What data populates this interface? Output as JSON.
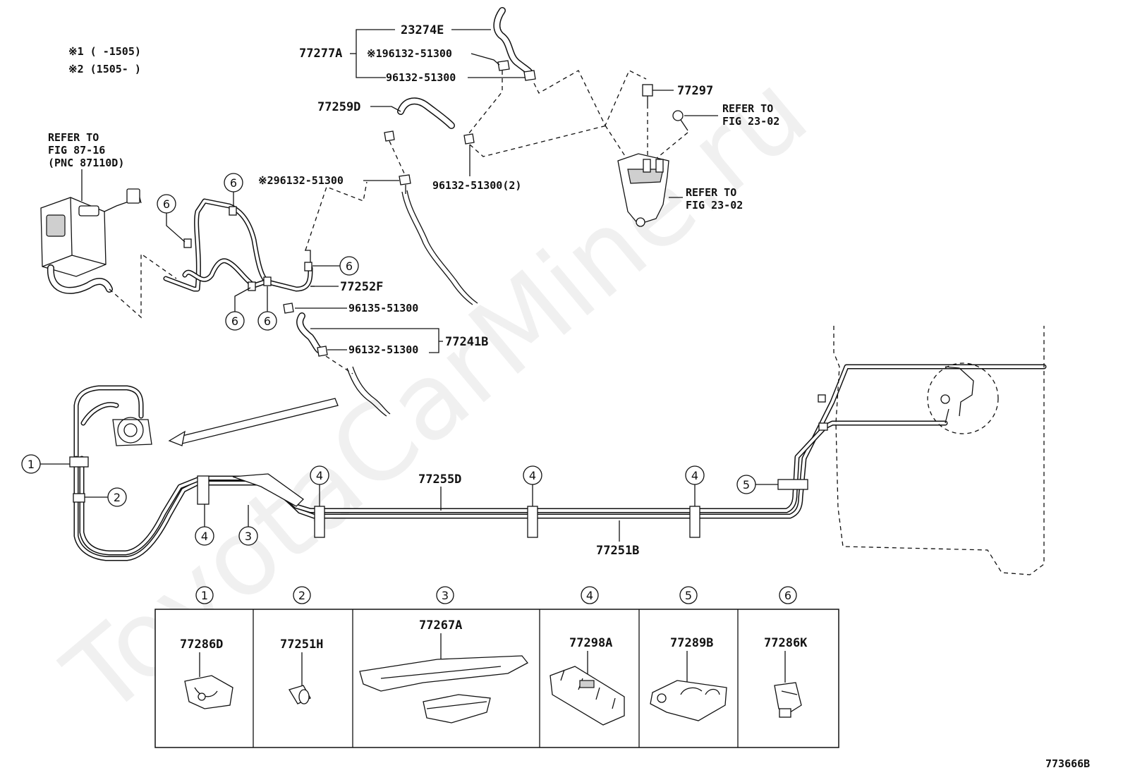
{
  "notes": {
    "note1": "※1 (      -1505)",
    "note2": "※2 (1505-      )"
  },
  "references": {
    "ref_left_1": "REFER TO",
    "ref_left_2": "FIG 87-16",
    "ref_left_3": "(PNC 87110D)",
    "ref_top_1": "REFER TO",
    "ref_top_2": "FIG 23-02",
    "ref_mid_1": "REFER TO",
    "ref_mid_2": "FIG 23-02"
  },
  "callouts": {
    "p23274E": "23274E",
    "p77277A": "77277A",
    "p96132_n1": "※196132-51300",
    "p96132_top": "96132-51300",
    "p77259D": "77259D",
    "p77297": "77297",
    "p96132_n2": "※296132-51300",
    "p96132_2": "96132-51300(2)",
    "p77252F": "77252F",
    "p96135": "96135-51300",
    "p96132_low": "96132-51300",
    "p77241B": "77241B",
    "p77255D": "77255D",
    "p77251B": "77251B"
  },
  "circled_markers": {
    "c1": "1",
    "c2": "2",
    "c3": "3",
    "c4": "4",
    "c5": "5",
    "c6": "6"
  },
  "legend": [
    {
      "num": "1",
      "part": "77286D"
    },
    {
      "num": "2",
      "part": "77251H"
    },
    {
      "num": "3",
      "part": "77267A"
    },
    {
      "num": "4",
      "part": "77298A"
    },
    {
      "num": "5",
      "part": "77289B"
    },
    {
      "num": "6",
      "part": "77286K"
    }
  ],
  "figure_id": "773666B",
  "watermark": "ToyotaCarMine.ru"
}
